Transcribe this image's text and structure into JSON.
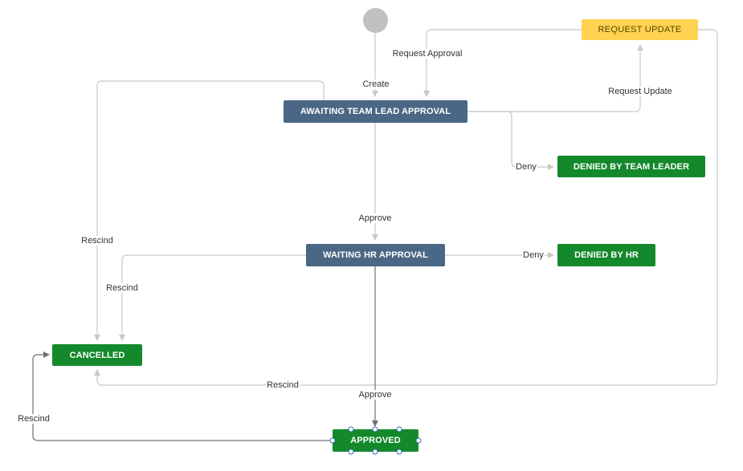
{
  "colors": {
    "status_in_progress": "#4a6785",
    "status_done": "#14892c",
    "status_update": "#ffd351",
    "transition_line": "#c8c8c8",
    "selected_line": "#707070",
    "selection_handle": "#3572b0",
    "start_node": "#c1c1c1"
  },
  "statuses": {
    "awaiting_team_lead": "AWAITING TEAM LEAD APPROVAL",
    "waiting_hr": "WAITING HR APPROVAL",
    "request_update": "REQUEST UPDATE",
    "denied_by_team_leader": "DENIED BY TEAM LEADER",
    "denied_by_hr": "DENIED BY HR",
    "cancelled": "CANCELLED",
    "approved": "APPROVED"
  },
  "transitions": {
    "create": "Create",
    "request_approval": "Request Approval",
    "request_update": "Request Update",
    "deny_team_lead": "Deny",
    "deny_hr": "Deny",
    "approve_team_lead": "Approve",
    "approve_hr": "Approve",
    "rescind_team_lead": "Rescind",
    "rescind_hr": "Rescind",
    "rescind_request_update": "Rescind",
    "rescind_approved": "Rescind"
  },
  "selected_status": "approved"
}
